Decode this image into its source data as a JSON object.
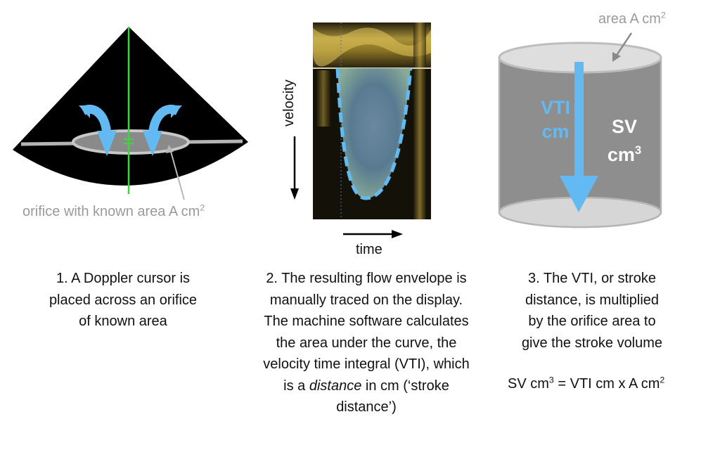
{
  "panel1": {
    "orifice_label_text": "orifice with known area A cm",
    "orifice_label_sup": "2",
    "caption_line1": "1.  A Doppler cursor is",
    "caption_line2": "placed across an orifice",
    "caption_line3": "of known area"
  },
  "panel2": {
    "y_axis_label": "velocity",
    "x_axis_label": "time",
    "caption_lines": [
      "2. The resulting flow envelope is",
      "manually traced on the display.",
      "The machine software calculates",
      "the area under the curve, the",
      "velocity time integral (VTI), which"
    ],
    "caption_line6_pre": "is a ",
    "caption_line6_italic": "distance",
    "caption_line6_post": " in cm (‘stroke",
    "caption_line7": "distance’)"
  },
  "panel3": {
    "area_label_text": "area A cm",
    "area_label_sup": "2",
    "vti_label_line1": "VTI",
    "vti_label_line2": "cm",
    "sv_label_line1": "SV",
    "sv_label_line2_text": "cm",
    "sv_label_line2_sup": "3",
    "caption_line1": "3. The VTI, or stroke",
    "caption_line2": "distance, is multiplied",
    "caption_line3": "by the orifice area to",
    "caption_line4": "give the stroke volume",
    "formula_sv": "SV cm",
    "formula_sup1": "3",
    "formula_mid": " = VTI cm x A cm",
    "formula_sup2": "2"
  },
  "colors": {
    "flow_blue": "#63b9f1",
    "cursor_green": "#3fd33f",
    "label_grey": "#9a9a9a",
    "cylinder_grey": "#8e8e8e"
  }
}
